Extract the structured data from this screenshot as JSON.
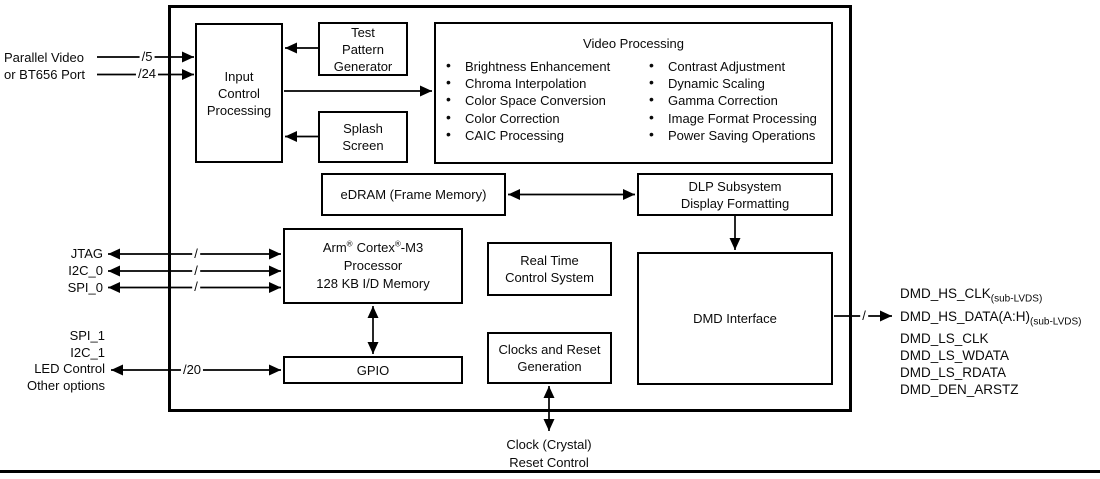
{
  "diagram": {
    "io_left": {
      "parallel_video": {
        "line1": "Parallel Video",
        "line2": "or BT656 Port"
      },
      "bus_width_5": "/5",
      "bus_width_24": "/24",
      "jtag": "JTAG",
      "i2c_0": "I2C_0",
      "spi_0": "SPI_0",
      "slash": "/",
      "gpio_labels": {
        "line1": "SPI_1",
        "line2": "I2C_1",
        "line3": "LED Control",
        "line4": "Other options"
      },
      "bus_width_20": "/20"
    },
    "blocks": {
      "input_control": {
        "line1": "Input",
        "line2": "Control",
        "line3": "Processing"
      },
      "test_pattern": {
        "line1": "Test",
        "line2": "Pattern",
        "line3": "Generator"
      },
      "splash_screen": {
        "line1": "Splash",
        "line2": "Screen"
      },
      "video_processing": {
        "title": "Video Processing",
        "features_left": [
          "Brightness Enhancement",
          "Chroma Interpolation",
          "Color Space Conversion",
          "Color Correction",
          "CAIC Processing"
        ],
        "features_right": [
          "Contrast Adjustment",
          "Dynamic Scaling",
          "Gamma Correction",
          "Image Format Processing",
          "Power Saving Operations"
        ]
      },
      "edram": {
        "label": "eDRAM (Frame Memory)"
      },
      "dlp_subsystem": {
        "line1": "DLP Subsystem",
        "line2": "Display Formatting"
      },
      "arm_processor": {
        "brand": "Arm",
        "reg": "®",
        "core": "Cortex",
        "suffix": "-M3",
        "line2": "Processor",
        "line3": "128 KB I/D Memory"
      },
      "real_time": {
        "line1": "Real Time",
        "line2": "Control System"
      },
      "clocks_reset": {
        "line1": "Clocks and Reset",
        "line2": "Generation"
      },
      "dmd_interface": {
        "label": "DMD Interface"
      },
      "gpio": {
        "label": "GPIO"
      }
    },
    "io_right": {
      "slash": "/",
      "signals": [
        {
          "name": "DMD_HS_CLK",
          "sub": "(sub-LVDS)"
        },
        {
          "name": "DMD_HS_DATA(A:H)",
          "sub": "(sub-LVDS)"
        },
        {
          "name": "DMD_LS_CLK",
          "sub": ""
        },
        {
          "name": "DMD_LS_WDATA",
          "sub": ""
        },
        {
          "name": "DMD_LS_RDATA",
          "sub": ""
        },
        {
          "name": "DMD_DEN_ARSTZ",
          "sub": ""
        }
      ]
    },
    "io_bottom": {
      "line1": "Clock (Crystal)",
      "line2": "Reset Control"
    },
    "colors": {
      "line": "#000000",
      "background": "#ffffff"
    }
  }
}
